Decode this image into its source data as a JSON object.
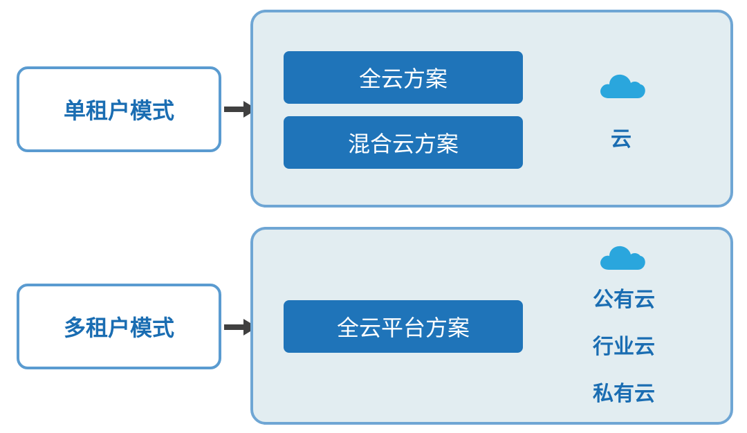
{
  "modes": {
    "single": "单租户模式",
    "multi": "多租户模式"
  },
  "single_tenant": {
    "plans": [
      "全云方案",
      "混合云方案"
    ],
    "clouds": [
      "云"
    ]
  },
  "multi_tenant": {
    "plans": [
      "全云平台方案"
    ],
    "clouds": [
      "公有云",
      "行业云",
      "私有云"
    ]
  },
  "colors": {
    "mode_border": "#5a9bd0",
    "panel_bg": "#e2edf1",
    "panel_border": "#6fa6d4",
    "plan_bg": "#1f74b9",
    "label_text": "#1a6db2",
    "cloud_icon": "#2aa6dd",
    "arrow": "#404040"
  },
  "icons": [
    "cloud-icon",
    "arrow-right-icon"
  ]
}
